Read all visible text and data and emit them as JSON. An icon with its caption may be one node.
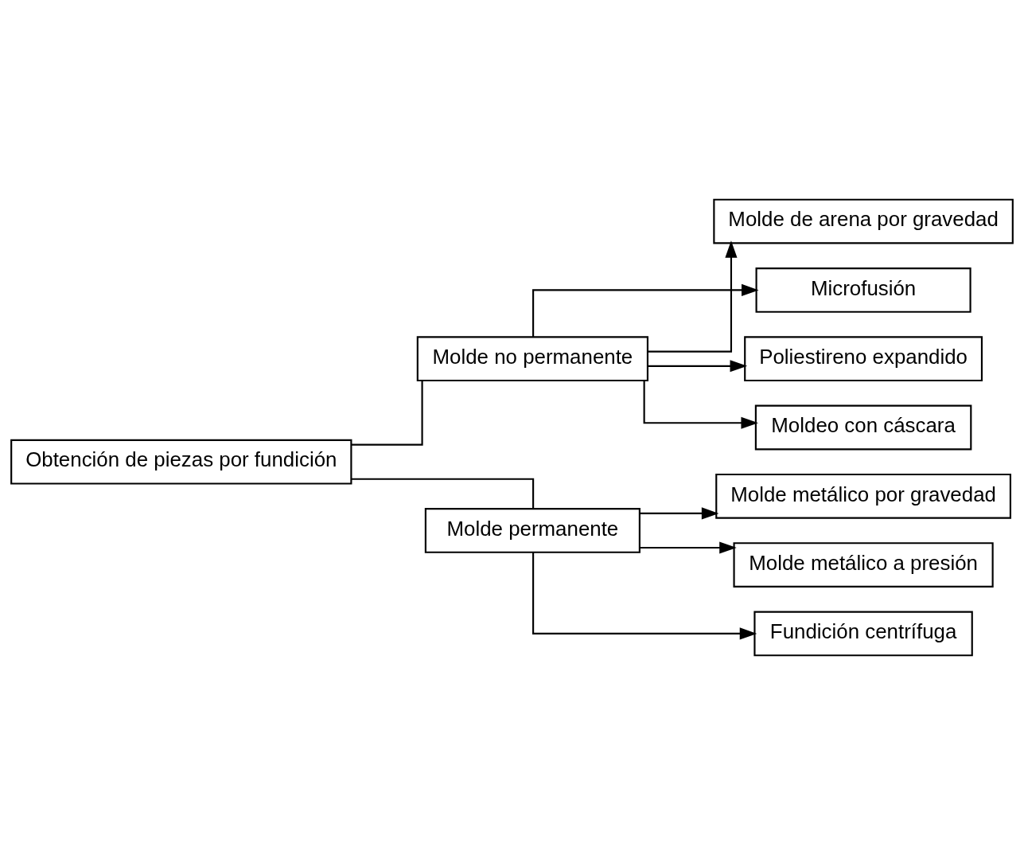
{
  "diagram": {
    "nodes": [
      {
        "text": [
          "Obtención de piezas por fundición"
        ]
      },
      {
        "text": [
          "Molde no permanente"
        ]
      },
      {
        "text": [
          "Molde de arena por gravedad"
        ]
      },
      {
        "text": [
          "Microfusión"
        ]
      },
      {
        "text": [
          "Poliestireno expandido"
        ]
      },
      {
        "text": [
          "Moldeo con cáscara"
        ]
      },
      {
        "text": [
          "Molde permanente"
        ]
      },
      {
        "text": [
          "Molde metálico por gravedad"
        ]
      },
      {
        "text": [
          "Molde metálico a presión"
        ]
      },
      {
        "text": [
          "Fundición centrífuga"
        ]
      }
    ],
    "edges": [
      {
        "from": 0,
        "to": 1,
        "arrow": "none"
      },
      {
        "from": 0,
        "to": 6,
        "arrow": "none"
      },
      {
        "from": 1,
        "to": 2,
        "arrow": "to"
      },
      {
        "from": 1,
        "to": 3,
        "arrow": "to"
      },
      {
        "from": 1,
        "to": 4,
        "arrow": "to"
      },
      {
        "from": 1,
        "to": 5,
        "arrow": "to"
      },
      {
        "from": 6,
        "to": 7,
        "arrow": "to"
      },
      {
        "from": 6,
        "to": 8,
        "arrow": "to"
      },
      {
        "from": 6,
        "to": 9,
        "arrow": "to"
      }
    ]
  }
}
